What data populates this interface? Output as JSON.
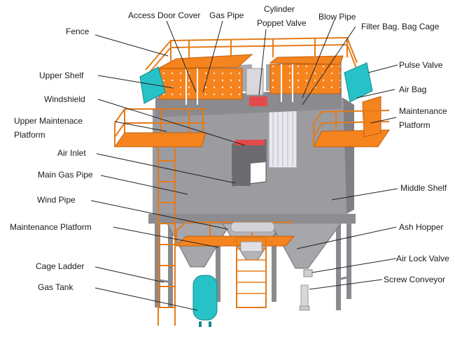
{
  "colors": {
    "steel_orange": "#f5841f",
    "body_grey": "#9b9ba0",
    "body_grey_dark": "#7f7f84",
    "body_grey_light": "#c4c4c8",
    "teal": "#27c2c7",
    "red_accent": "#e34b4b",
    "ladder_orange": "#e57a18",
    "leader_line": "#222222"
  },
  "labels": {
    "access_door_cover": "Access Door Cover",
    "gas_pipe": "Gas Pipe",
    "cylinder": "Cylinder",
    "poppet_valve": "Poppet Valve",
    "blow_pipe": "Blow Pipe",
    "filter_bag_cage": "Filter Bag. Bag Cage",
    "fence": "Fence",
    "pulse_valve": "Pulse Valve",
    "upper_shelf": "Upper Shelf",
    "air_bag": "Air Bag",
    "windshield": "Windshield",
    "maintenance_platform_right_1": "Maintenance",
    "maintenance_platform_right_2": "Platform",
    "upper_maintenance_platform_1": "Upper Maintenace",
    "upper_maintenance_platform_2": "Platform",
    "air_inlet": "Air Inlet",
    "main_gas_pipe": "Main Gas Pipe",
    "middle_shelf": "Middle Shelf",
    "wind_pipe": "Wind Pipe",
    "maintenance_platform_lower": "Maintenance Platform",
    "ash_hopper": "Ash Hopper",
    "cage_ladder": "Cage Ladder",
    "air_lock_valve": "Air Lock Valve",
    "gas_tank": "Gas Tank",
    "screw_conveyor": "Screw Conveyor"
  }
}
